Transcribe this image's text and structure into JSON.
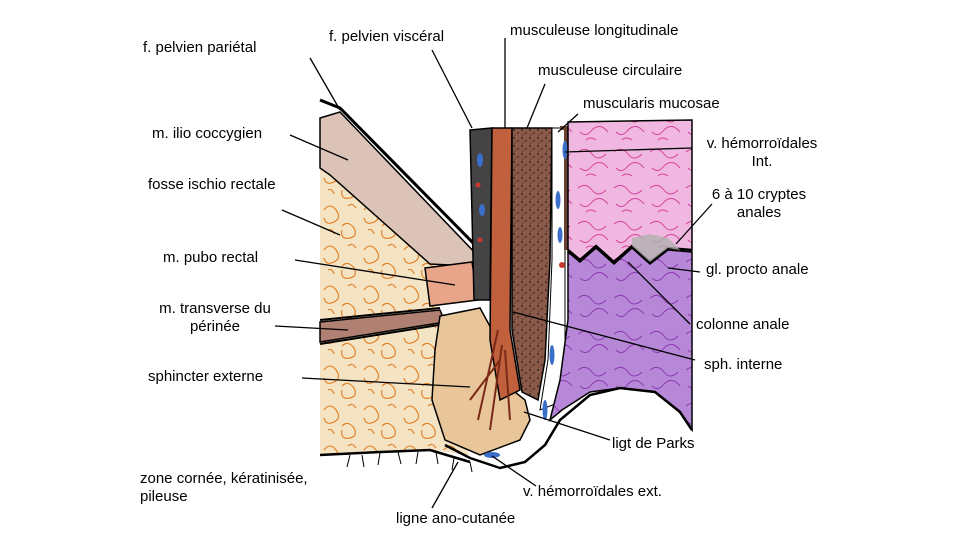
{
  "labels": {
    "fascia_parietal": "f. pelvien pariétal",
    "fascia_visceral": "f. pelvien viscéral",
    "longitudinal_muscle": "musculeuse longitudinale",
    "circular_muscle": "musculeuse circulaire",
    "muscularis_mucosae": "muscularis mucosae",
    "hemorrhoid_int_1": "v. hémorroïdales",
    "hemorrhoid_int_2": "Int.",
    "iliococcygeus": "m. ilio coccygien",
    "ischiorectal_fossa": "fosse ischio rectale",
    "crypts_1": "6 à 10 cryptes",
    "crypts_2": "anales",
    "puborectalis": "m. pubo rectal",
    "proctodeal_gland": "gl. procto anale",
    "transverse_1": "m. transverse du",
    "transverse_2": "périnée",
    "anal_column": "colonne anale",
    "internal_sphincter": "sph. interne",
    "external_sphincter": "sphincter externe",
    "parks_ligament": "ligt de Parks",
    "keratinized_1": "zone cornée, kératinisée,",
    "keratinized_2": "pileuse",
    "hemorrhoid_ext": "v. hémorroïdales ext.",
    "anocutaneous_line": "ligne ano-cutanée"
  },
  "colors": {
    "fat": "#f4e4c4",
    "fat_lobule": "#e07a1e",
    "iliococcygeus": "#dcc3b8",
    "puborectalis": "#e8a58a",
    "transverse": "#b08072",
    "external_sphincter": "#e8c69a",
    "longitudinal_muscle": "#c0603c",
    "circular_muscle": "#8a5a4a",
    "mucosa_rectal": "#f0b8e0",
    "mucosa_anal": "#b888d8",
    "vein": "#3a6ec8"
  }
}
